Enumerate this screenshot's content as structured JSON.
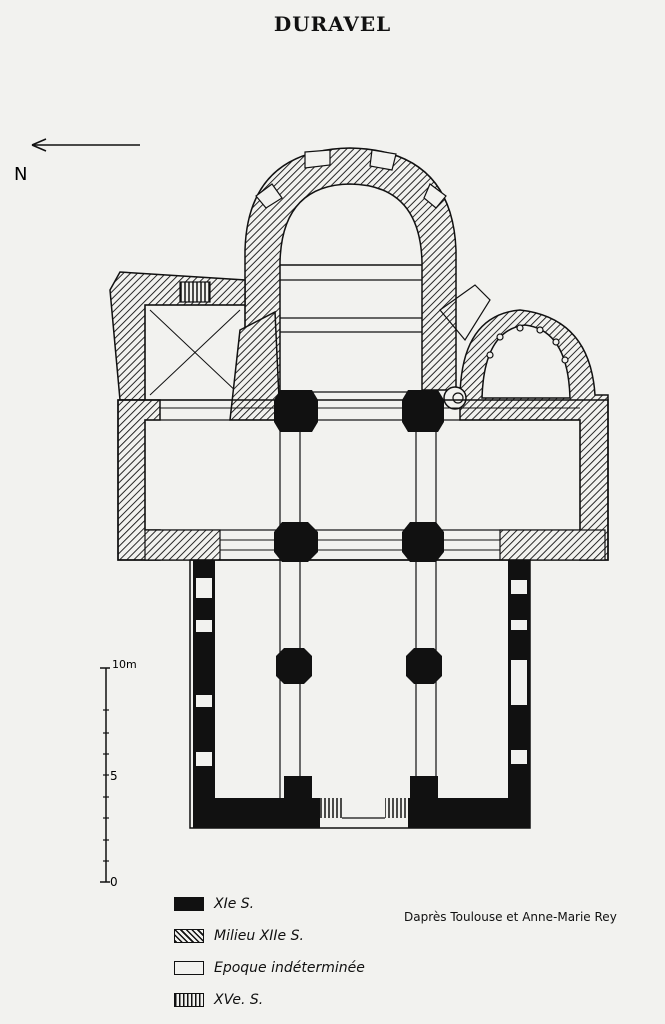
{
  "title": "DURAVEL",
  "north_label": "N",
  "scale": {
    "top_label": "10m",
    "mid_label": "5",
    "bottom_label": "0"
  },
  "legend": [
    {
      "label": "XIe S.",
      "swatch": "black"
    },
    {
      "label": "Milieu XIIe S.",
      "swatch": "hatched"
    },
    {
      "label": "Epoque indéterminée",
      "swatch": "white"
    },
    {
      "label": "XVe. S.",
      "swatch": "vertical-striped"
    }
  ],
  "credit": "Daprès Toulouse et Anne-Marie Rey",
  "colors": {
    "ink": "#111111",
    "paper": "#f2f2ef"
  }
}
